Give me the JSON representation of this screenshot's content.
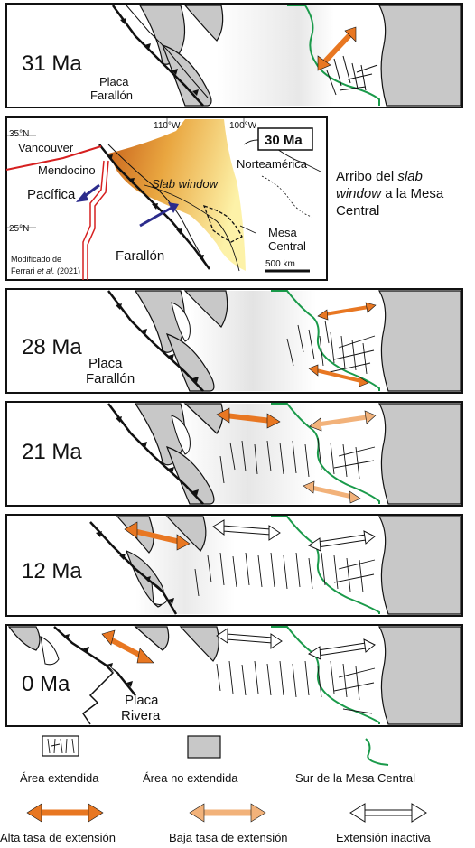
{
  "panels": [
    {
      "age": "31 Ma",
      "plate": [
        "Placa",
        "Farallón"
      ]
    },
    {
      "age": "28 Ma",
      "plate": [
        "Placa",
        "Farallón"
      ]
    },
    {
      "age": "21 Ma",
      "plate": []
    },
    {
      "age": "12 Ma",
      "plate": []
    },
    {
      "age": "0 Ma",
      "plate": [
        "Placa",
        "Rivera"
      ]
    }
  ],
  "inset": {
    "age": "30 Ma",
    "lat_35": "35°N",
    "lat_25": "25°N",
    "lon_110": "110°W",
    "lon_100": "100°W",
    "vancouver": "Vancouver",
    "mendocino": "Mendocino",
    "pacifica": "Pacífica",
    "farallon": "Farallón",
    "slab_window": "Slab window",
    "norteamerica": "Norteamérica",
    "mesa_central": [
      "Mesa",
      "Central"
    ],
    "scale": "500 km",
    "credit_line1": "Modificado de",
    "credit_author": "Ferrari",
    "credit_etal": " et al.",
    "credit_year": " (2021)",
    "colors": {
      "slab_dark": "#d2691e",
      "slab_light": "#fdf0a0",
      "ridge": "#d62020",
      "arrow": "#2c2c8c"
    }
  },
  "side_note": {
    "part1": "Arribo del ",
    "italic": "slab window",
    "part2": " a la Mesa Central"
  },
  "legend": {
    "extended_area": "Área extendida",
    "non_extended_area": "Área no extendida",
    "mesa_south": "Sur de la Mesa Central",
    "high_rate": "Alta tasa de extensión",
    "low_rate": "Baja tasa de extensión",
    "inactive": "Extensión inactiva",
    "colors": {
      "high": "#e87722",
      "low": "#f2b27a",
      "gray": "#c8c8c8",
      "green": "#1a9a4a"
    }
  }
}
